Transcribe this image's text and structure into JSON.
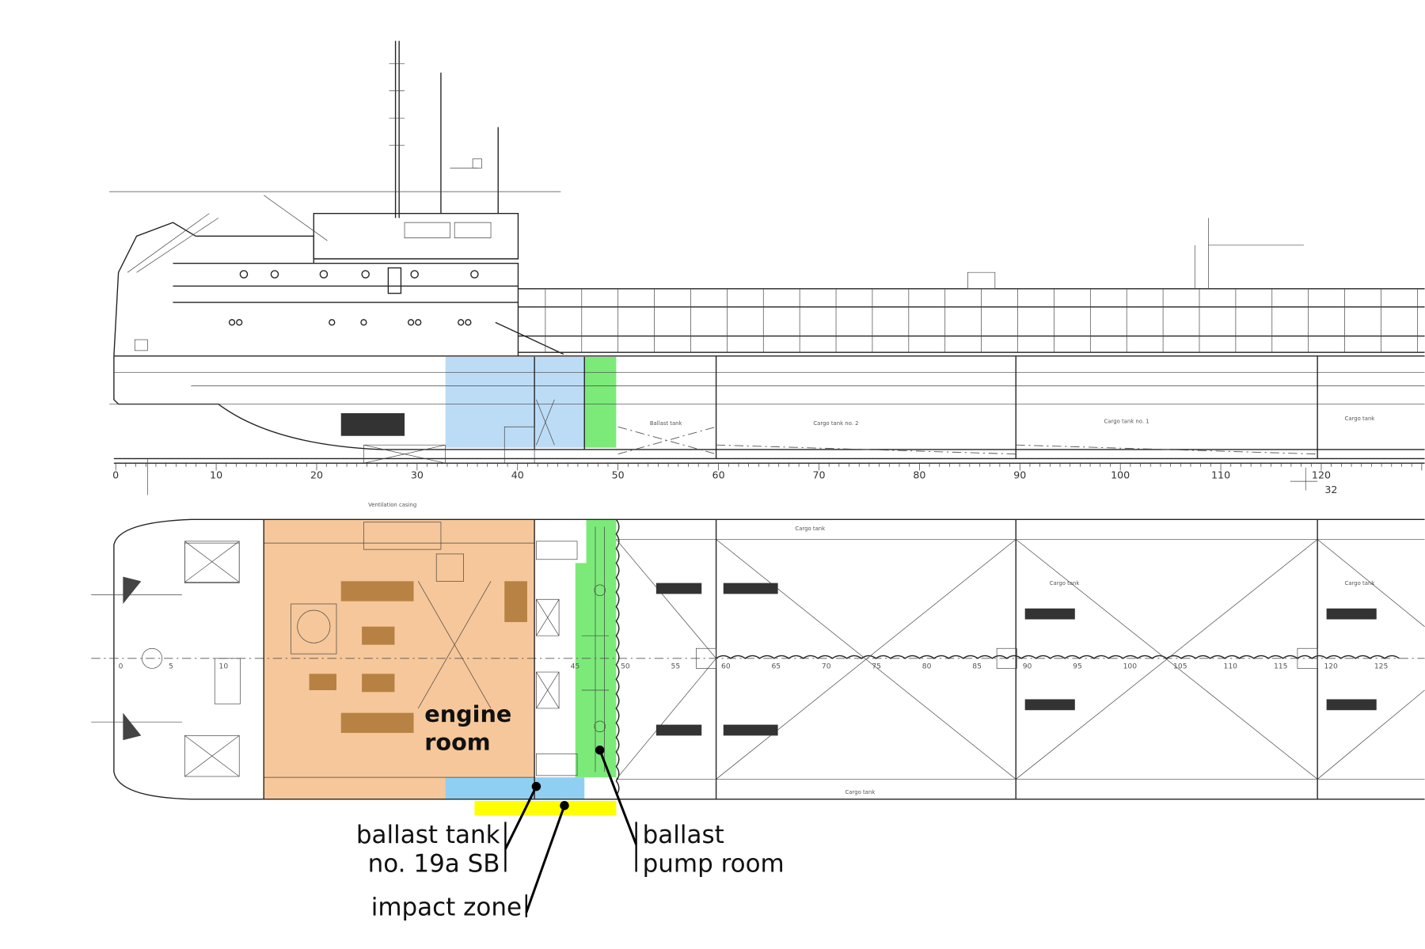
{
  "labels": {
    "engine_room_line1": "engine",
    "engine_room_line2": "room",
    "ballast_tank_line1": "ballast tank",
    "ballast_tank_line2": "no. 19a SB",
    "impact_zone": "impact zone",
    "ballast_pump_line1": "ballast",
    "ballast_pump_line2": "pump room"
  },
  "profile_frame_scale": [
    "0",
    "10",
    "20",
    "30",
    "40",
    "50",
    "60",
    "70",
    "80",
    "90",
    "100",
    "110",
    "120"
  ],
  "plan_frame_marks": [
    "0",
    "5",
    "10",
    "45",
    "50",
    "55",
    "60",
    "65",
    "70",
    "75",
    "80",
    "85",
    "90",
    "95",
    "100",
    "105",
    "110",
    "115",
    "120",
    "125"
  ],
  "dimension_label": "32",
  "colors": {
    "engine_room": "#f6c79a",
    "ballast_tank": "#bcdcf6",
    "pump_room": "#6ee86a",
    "impact_zone": "#ffff00"
  }
}
